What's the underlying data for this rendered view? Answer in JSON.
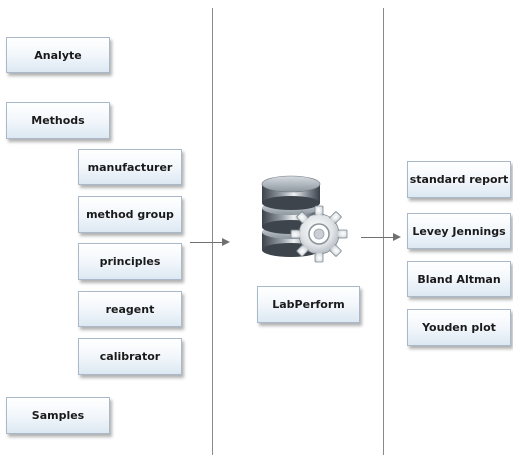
{
  "inputs": {
    "analyte": "Analyte",
    "methods": "Methods",
    "method_items": [
      "manufacturer",
      "method group",
      "principles",
      "reagent",
      "calibrator"
    ],
    "samples": "Samples"
  },
  "center": {
    "label": "LabPerform",
    "icon": "database-gear-icon"
  },
  "outputs": [
    "standard report",
    "Levey Jennings",
    "Bland Altman",
    "Youden plot"
  ]
}
